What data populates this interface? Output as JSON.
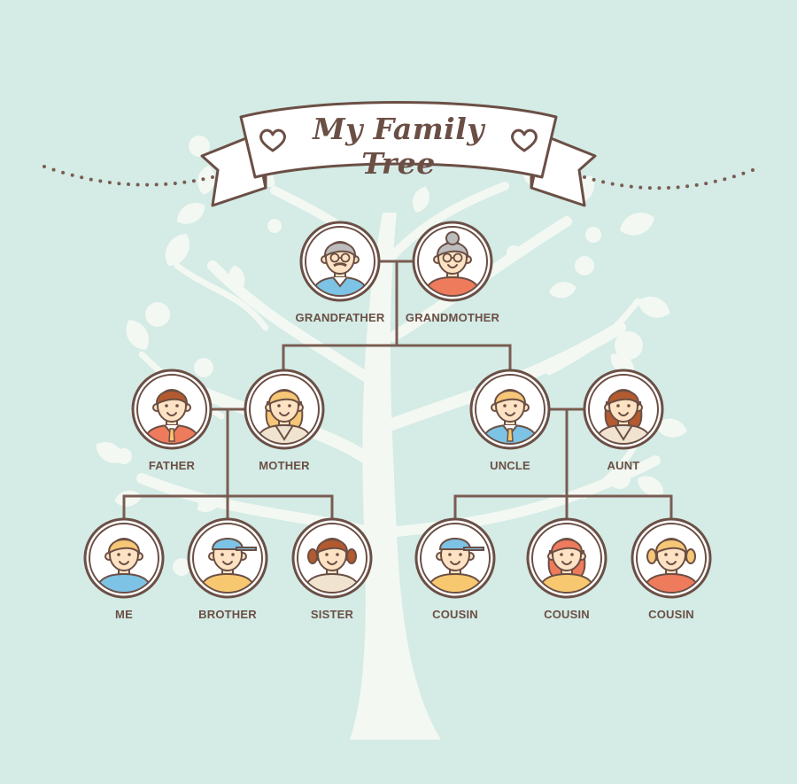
{
  "title": "My Family Tree",
  "colors": {
    "background": "#d4ebe6",
    "tree": "#f3f8f2",
    "line": "#7a5c52",
    "outline": "#6b4f45",
    "skin": "#fde3c3",
    "hair_brown": "#b35a2f",
    "hair_blonde": "#f6c776",
    "hair_gray": "#bdbdbd",
    "shirt_blue": "#7dc3e6",
    "shirt_red": "#ef7b5d",
    "shirt_yellow": "#f8c870",
    "shirt_cream": "#f0e4d0"
  },
  "members": [
    {
      "id": "grandfather",
      "label": "GRANDFATHER",
      "generation": 1,
      "hair": "gray",
      "shirt": "blue",
      "icon": "grandfather-avatar-icon"
    },
    {
      "id": "grandmother",
      "label": "GRANDMOTHER",
      "generation": 1,
      "hair": "gray",
      "shirt": "red",
      "icon": "grandmother-avatar-icon"
    },
    {
      "id": "father",
      "label": "FATHER",
      "generation": 2,
      "hair": "brown",
      "shirt": "red",
      "icon": "father-avatar-icon"
    },
    {
      "id": "mother",
      "label": "MOTHER",
      "generation": 2,
      "hair": "blonde",
      "shirt": "cream",
      "icon": "mother-avatar-icon"
    },
    {
      "id": "uncle",
      "label": "UNCLE",
      "generation": 2,
      "hair": "blonde",
      "shirt": "blue",
      "icon": "uncle-avatar-icon"
    },
    {
      "id": "aunt",
      "label": "AUNT",
      "generation": 2,
      "hair": "brown",
      "shirt": "cream",
      "icon": "aunt-avatar-icon"
    },
    {
      "id": "me",
      "label": "ME",
      "generation": 3,
      "hair": "blonde",
      "shirt": "blue",
      "icon": "me-avatar-icon"
    },
    {
      "id": "brother",
      "label": "BROTHER",
      "generation": 3,
      "hair": "cap-blue",
      "shirt": "yellow",
      "icon": "brother-avatar-icon"
    },
    {
      "id": "sister",
      "label": "SISTER",
      "generation": 3,
      "hair": "brown",
      "shirt": "cream",
      "icon": "sister-avatar-icon"
    },
    {
      "id": "cousin1",
      "label": "COUSIN",
      "generation": 3,
      "hair": "cap-blue",
      "shirt": "yellow",
      "icon": "cousin-boy-avatar-icon"
    },
    {
      "id": "cousin2",
      "label": "COUSIN",
      "generation": 3,
      "hair": "red",
      "shirt": "yellow",
      "icon": "cousin-girl-avatar-icon"
    },
    {
      "id": "cousin3",
      "label": "COUSIN",
      "generation": 3,
      "hair": "blonde",
      "shirt": "red",
      "icon": "cousin-girl-pigtails-avatar-icon"
    }
  ],
  "relations": [
    {
      "from": [
        "grandfather",
        "grandmother"
      ],
      "to": [
        "mother",
        "uncle"
      ]
    },
    {
      "from": [
        "father",
        "mother"
      ],
      "to": [
        "me",
        "brother",
        "sister"
      ]
    },
    {
      "from": [
        "uncle",
        "aunt"
      ],
      "to": [
        "cousin1",
        "cousin2",
        "cousin3"
      ]
    }
  ]
}
